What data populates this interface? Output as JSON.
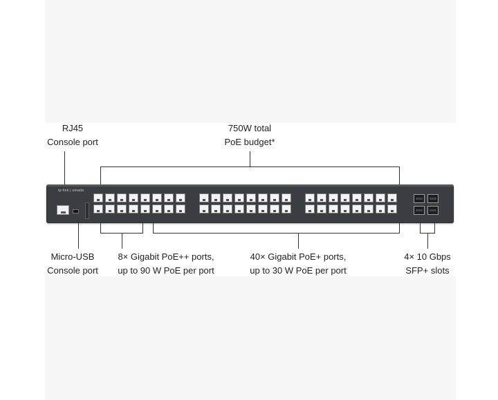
{
  "labels": {
    "rj45_line1": "RJ45",
    "rj45_line2": "Console port",
    "poe_line1": "750W total",
    "poe_line2": "PoE budget*",
    "usb_line1": "Micro-USB",
    "usb_line2": "Console port",
    "poepp_line1": "8× Gigabit PoE++ ports,",
    "poepp_line2": "up to 90 W PoE per port",
    "poep_line1": "40× Gigabit PoE+ ports,",
    "poep_line2": "up to 30 W PoE per port",
    "sfp_line1": "4× 10 Gbps",
    "sfp_line2": "SFP+ slots"
  },
  "device": {
    "brand": "tp-link | omada",
    "rj45_ports": 48,
    "poe_plus_plus_ports": 8,
    "poe_plus_ports": 40,
    "sfp_plus_slots": 4
  },
  "colors": {
    "chassis": "#3a3d41",
    "port": "#f3f3f3",
    "callout_line": "#333333"
  }
}
